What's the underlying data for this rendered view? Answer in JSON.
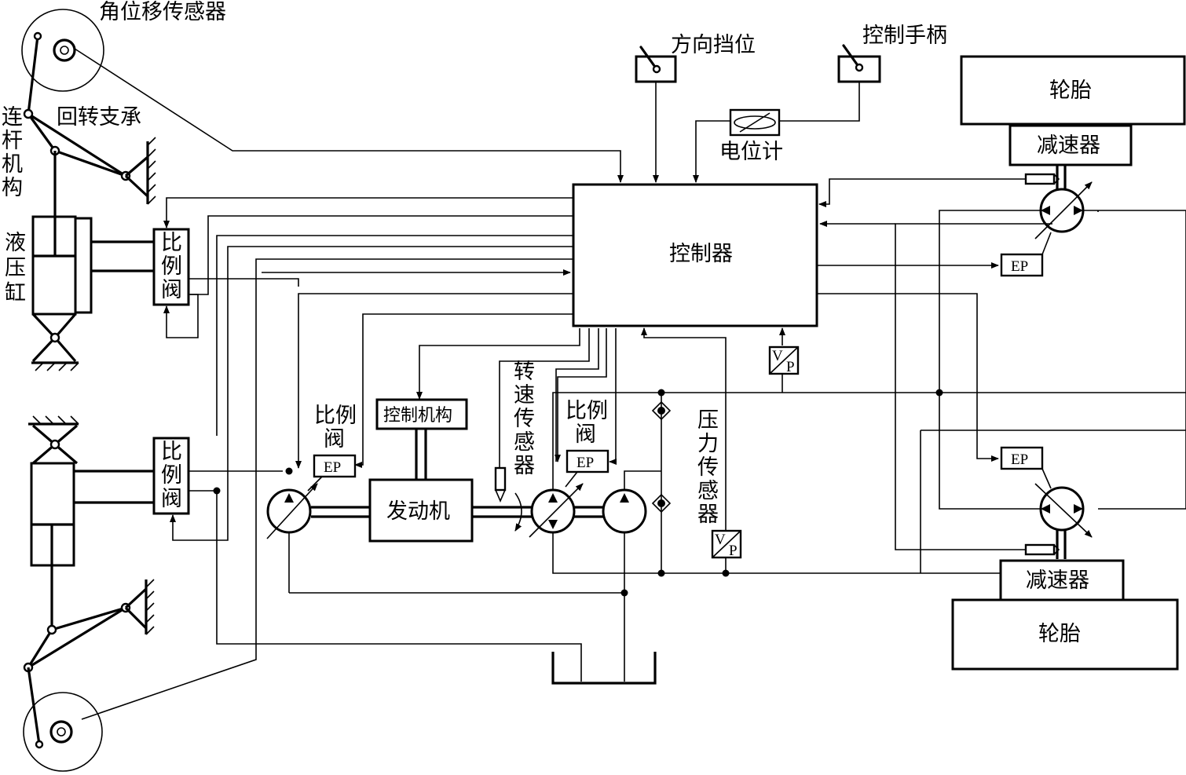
{
  "labels": {
    "angle_sensor": "角位移传感器",
    "linkage_v": [
      "连",
      "杆",
      "机",
      "构"
    ],
    "slew_bearing": "回转支承",
    "cylinder_v": [
      "液",
      "压",
      "缸"
    ],
    "prop_valve_v": [
      "比",
      "例",
      "阀"
    ],
    "prop_valve_h1": "比例",
    "prop_valve_h2": "阀",
    "direction_gear": "方向挡位",
    "control_handle": "控制手柄",
    "potentiometer": "电位计",
    "controller": "控制器",
    "control_mechanism": "控制机构",
    "engine": "发动机",
    "speed_sensor_v": [
      "转",
      "速",
      "传",
      "感",
      "器"
    ],
    "pressure_sensor_v": [
      "压",
      "力",
      "传",
      "感",
      "器"
    ],
    "tire": "轮胎",
    "reducer": "减速器",
    "ep": "EP",
    "vp_v": "V",
    "vp_p": "P"
  },
  "colors": {
    "line": "#000000",
    "background": "#ffffff"
  }
}
